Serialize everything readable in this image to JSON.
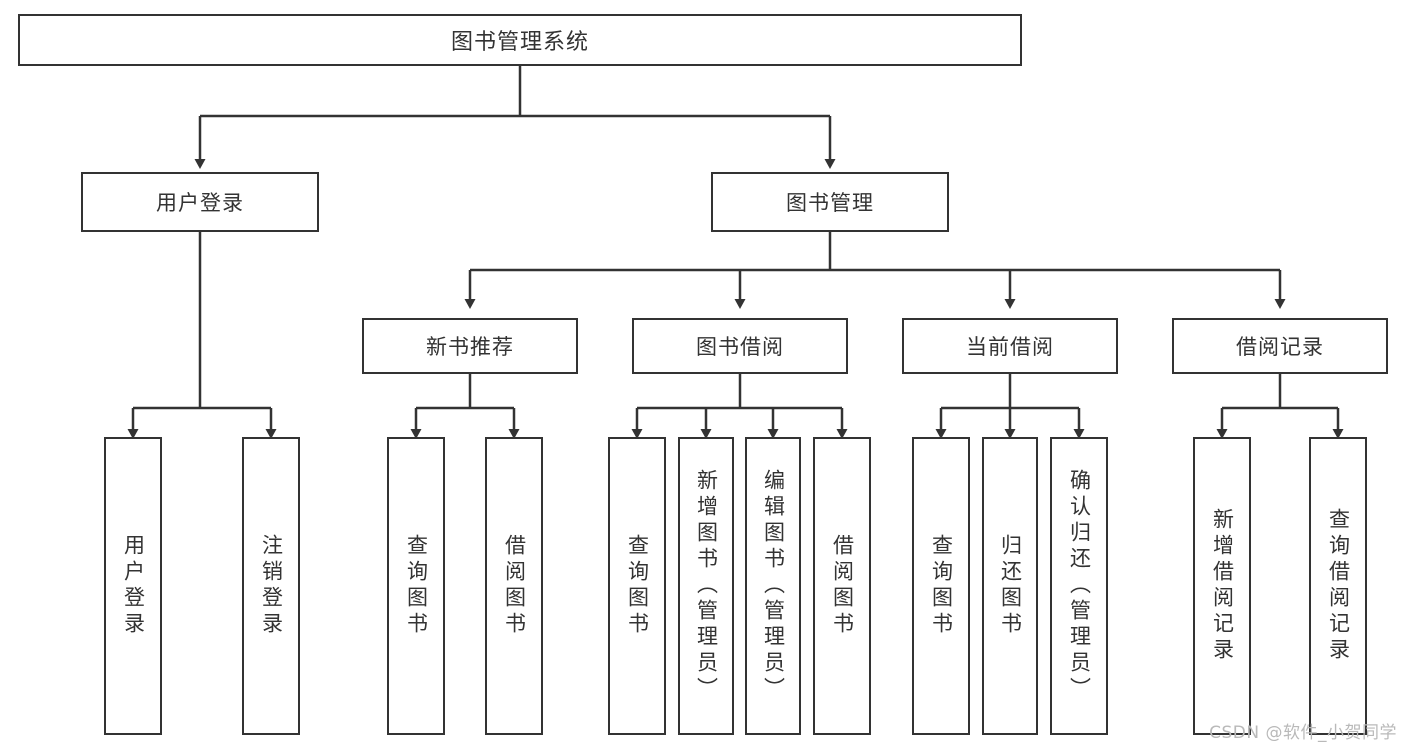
{
  "diagram": {
    "title": "图书管理系统",
    "type": "tree-hierarchy",
    "root": {
      "label": "图书管理系统"
    },
    "level1": [
      {
        "label": "用户登录"
      },
      {
        "label": "图书管理"
      }
    ],
    "level2": [
      {
        "label": "新书推荐",
        "parent": "图书管理"
      },
      {
        "label": "图书借阅",
        "parent": "图书管理"
      },
      {
        "label": "当前借阅",
        "parent": "图书管理"
      },
      {
        "label": "借阅记录",
        "parent": "图书管理"
      }
    ],
    "leaves": {
      "user_login": [
        {
          "label": "用户登录"
        },
        {
          "label": "注销登录"
        }
      ],
      "new_book_recommend": [
        {
          "label": "查询图书"
        },
        {
          "label": "借阅图书"
        }
      ],
      "book_borrow": [
        {
          "label": "查询图书"
        },
        {
          "label": "新增图书（管理员）"
        },
        {
          "label": "编辑图书（管理员）"
        },
        {
          "label": "借阅图书"
        }
      ],
      "current_borrow": [
        {
          "label": "查询图书"
        },
        {
          "label": "归还图书"
        },
        {
          "label": "确认归还（管理员）"
        }
      ],
      "borrow_record": [
        {
          "label": "新增借阅记录"
        },
        {
          "label": "查询借阅记录"
        }
      ]
    }
  },
  "watermark": {
    "text": "CSDN @软件_小贺同学"
  },
  "colors": {
    "stroke": "#333333",
    "background": "#ffffff",
    "text": "#333333",
    "watermark": "#b9b9b9"
  }
}
